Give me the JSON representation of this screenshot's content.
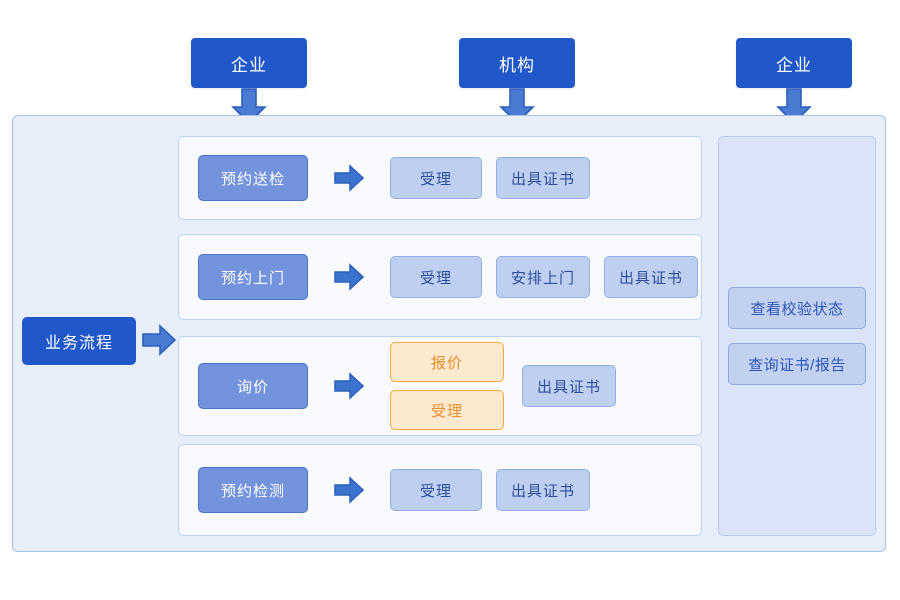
{
  "diagram": {
    "title": "业务流程",
    "actors": [
      {
        "id": "actor-enterprise-left",
        "label": "企业"
      },
      {
        "id": "actor-institution",
        "label": "机构"
      },
      {
        "id": "actor-enterprise-right",
        "label": "企业"
      }
    ],
    "entry": {
      "label": "业务流程"
    },
    "rows": [
      {
        "id": "row-reservation-delivery",
        "trigger": "预约送检",
        "steps": [
          {
            "label": "受理",
            "style": "light"
          },
          {
            "label": "出具证书",
            "style": "light"
          }
        ]
      },
      {
        "id": "row-reservation-onsite",
        "trigger": "预约上门",
        "steps": [
          {
            "label": "受理",
            "style": "light"
          },
          {
            "label": "安排上门",
            "style": "light"
          },
          {
            "label": "出具证书",
            "style": "light"
          }
        ]
      },
      {
        "id": "row-inquiry",
        "trigger": "询价",
        "stacked": [
          {
            "label": "报价",
            "style": "warn"
          },
          {
            "label": "受理",
            "style": "warn"
          }
        ],
        "steps": [
          {
            "label": "出具证书",
            "style": "light"
          }
        ]
      },
      {
        "id": "row-reservation-test",
        "trigger": "预约检测",
        "steps": [
          {
            "label": "受理",
            "style": "light"
          },
          {
            "label": "出具证书",
            "style": "light"
          }
        ]
      }
    ],
    "side_panel": {
      "buttons": [
        {
          "label": "查看校验状态"
        },
        {
          "label": "查询证书/报告"
        }
      ]
    },
    "colors": {
      "actor_blue": "#2058ca",
      "trigger_blue": "#7394dd",
      "step_light_blue": "#bfcfef",
      "step_warn_bg": "#fbeacf",
      "step_warn_border": "#f6ab3c",
      "step_warn_text": "#ef8e2c",
      "panel_bg": "#e9effa",
      "side_panel_bg": "#dae3f8",
      "arrow_fill": "#4a7ad1",
      "arrow_stroke": "#2b5fbd"
    },
    "icons": {
      "down_arrow": "arrow-down-icon",
      "right_arrow": "arrow-right-icon"
    }
  }
}
